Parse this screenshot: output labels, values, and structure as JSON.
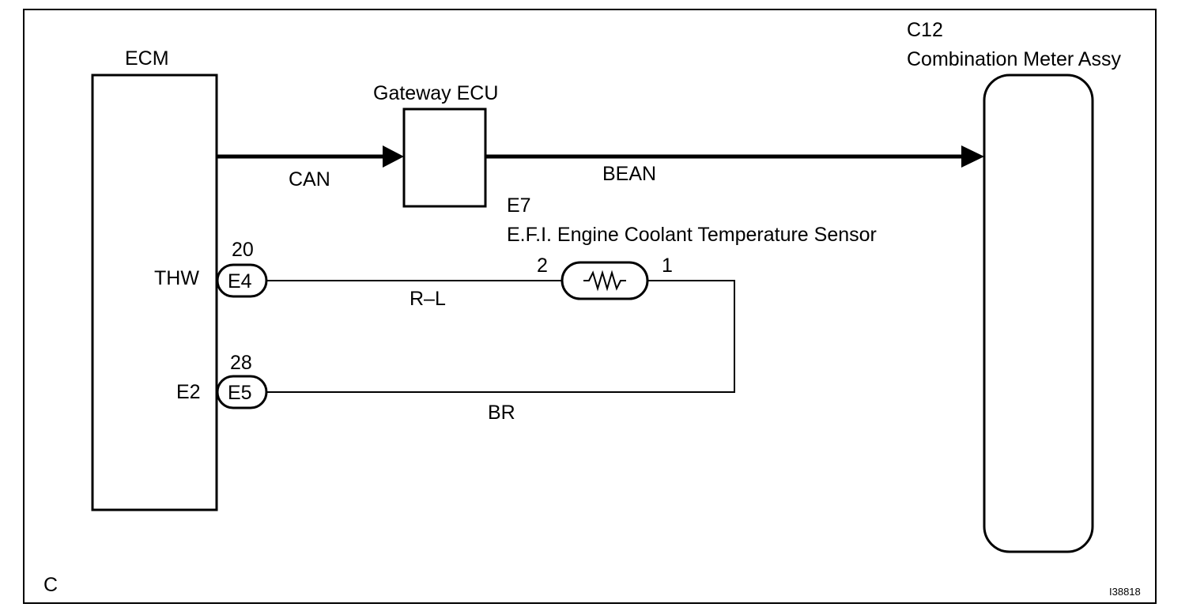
{
  "ecm": {
    "title": "ECM"
  },
  "gateway": {
    "title": "Gateway ECU"
  },
  "meter": {
    "code": "C12",
    "title": "Combination Meter Assy"
  },
  "sensor": {
    "code": "E7",
    "title": "E.F.I. Engine Coolant Temperature Sensor",
    "pin_left": "2",
    "pin_right": "1"
  },
  "buses": {
    "can": "CAN",
    "bean": "BEAN"
  },
  "terminals": [
    {
      "signal": "THW",
      "pin": "20",
      "connector": "E4",
      "wire_color": "R–L"
    },
    {
      "signal": "E2",
      "pin": "28",
      "connector": "E5",
      "wire_color": "BR"
    }
  ],
  "corner_letter": "C",
  "figure_id": "I38818"
}
